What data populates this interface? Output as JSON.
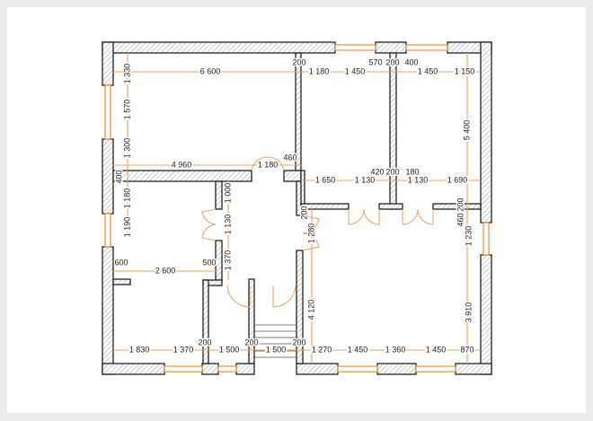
{
  "plan": {
    "colors": {
      "wall_outline": "#222222",
      "dimension": "#f0a060",
      "window": "#e8903a",
      "background": "#ececec"
    },
    "top_dims": [
      "6 600",
      "200",
      "1 180",
      "1 450",
      "570",
      "200",
      "400",
      "1 450",
      "1 150"
    ],
    "mid_dims_left": [
      "4 960",
      "1 180",
      "460"
    ],
    "mid_dims_right": [
      "1 650",
      "1 130",
      "420",
      "200",
      "180",
      "1 130",
      "1 690"
    ],
    "left_room_dims": [
      "600",
      "2 600",
      "500"
    ],
    "bottom_dims": [
      "1 830",
      "1 370",
      "200",
      "1 500",
      "200",
      "1 500",
      "200",
      "1 270",
      "1 450",
      "1 360",
      "1 450",
      "870"
    ],
    "left_vertical_dims": [
      "1 330",
      "1 570",
      "1 300",
      "400",
      "1 180",
      "1 190"
    ],
    "hall_vertical_dims": [
      "1 000",
      "1 130",
      "1 370"
    ],
    "living_vertical_dims": [
      "200",
      "1 280",
      "4 120"
    ],
    "right_vertical_dims": [
      "5 400",
      "200",
      "460",
      "1 230",
      "3 910"
    ]
  }
}
